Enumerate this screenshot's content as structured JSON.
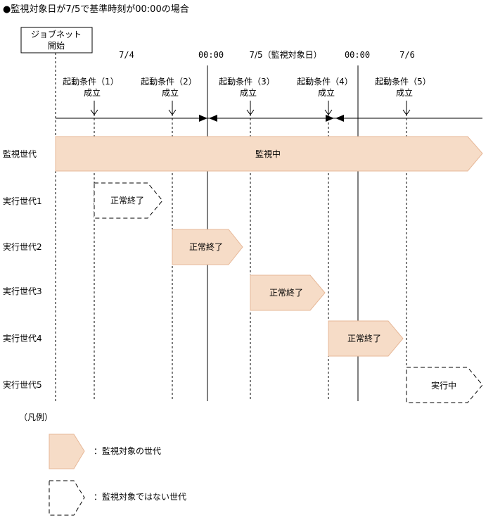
{
  "title": "●監視対象日が7/5で基準時刻が00:00の場合",
  "start_box": {
    "line1": "ジョブネット",
    "line2": "開始"
  },
  "timeline": {
    "date_74": "7/4",
    "time_a": "00:00",
    "date_75": "7/5（監視対象日）",
    "time_b": "00:00",
    "date_76": "7/6"
  },
  "conditions": [
    {
      "line1": "起動条件（1）",
      "line2": "成立"
    },
    {
      "line1": "起動条件（2）",
      "line2": "成立"
    },
    {
      "line1": "起動条件（3）",
      "line2": "成立"
    },
    {
      "line1": "起動条件（4）",
      "line2": "成立"
    },
    {
      "line1": "起動条件（5）",
      "line2": "成立"
    }
  ],
  "rows": [
    {
      "label": "監視世代",
      "bar_text": "監視中",
      "style": "monitored"
    },
    {
      "label": "実行世代1",
      "bar_text": "正常終了",
      "style": "unmonitored"
    },
    {
      "label": "実行世代2",
      "bar_text": "正常終了",
      "style": "monitored"
    },
    {
      "label": "実行世代3",
      "bar_text": "正常終了",
      "style": "monitored"
    },
    {
      "label": "実行世代4",
      "bar_text": "正常終了",
      "style": "monitored"
    },
    {
      "label": "実行世代5",
      "bar_text": "実行中",
      "style": "unmonitored"
    }
  ],
  "legend": {
    "title": "（凡例）",
    "monitored": "：監視対象の世代",
    "unmonitored": "：監視対象ではない世代"
  },
  "colors": {
    "fill": "#f6dcc7",
    "border": "#e7b898",
    "line": "#000000"
  }
}
